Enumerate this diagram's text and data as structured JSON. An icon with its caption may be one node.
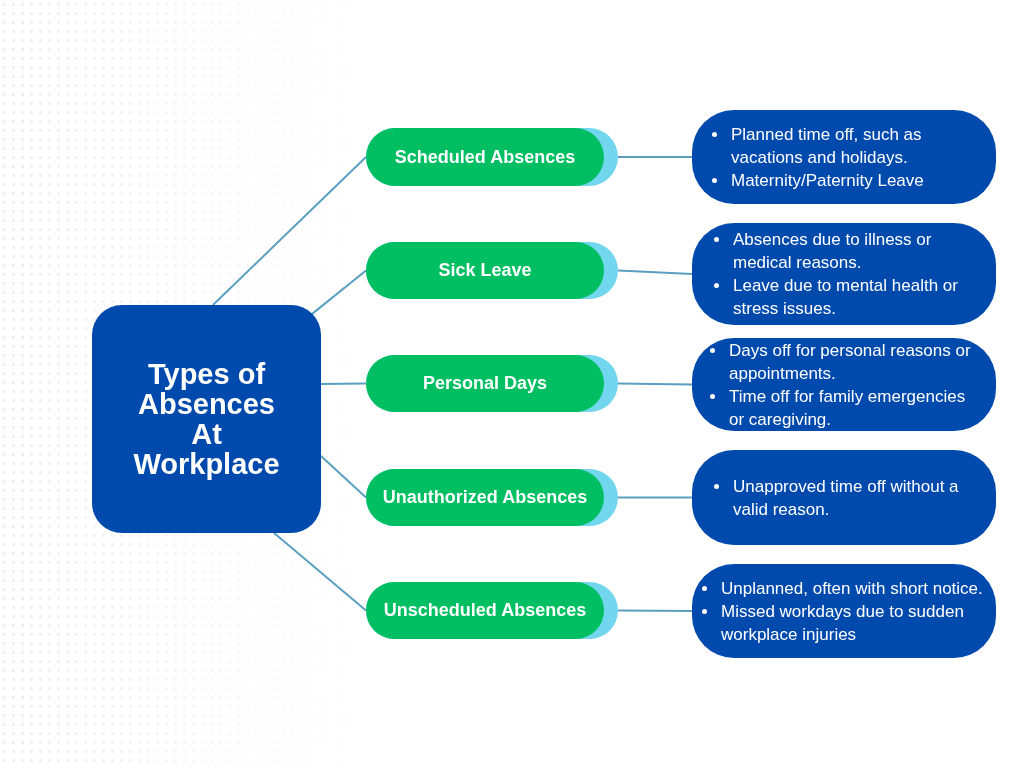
{
  "diagram": {
    "nodes": [
      {
        "text": [
          "Types of Absences At Workplace"
        ]
      },
      {
        "text": [
          "Scheduled Absences"
        ]
      },
      {
        "text": [
          "Sick Leave"
        ]
      },
      {
        "text": [
          "Personal Days"
        ]
      },
      {
        "text": [
          "Unauthorized Absences"
        ]
      },
      {
        "text": [
          "Unscheduled Absences"
        ]
      },
      {
        "text": [
          "Planned time off, such as vacations and holidays.",
          "Maternity/Paternity Leave"
        ]
      },
      {
        "text": [
          "Absences due to illness or medical reasons.",
          "Leave due to mental health or stress issues."
        ]
      },
      {
        "text": [
          "Days off for personal reasons or appointments.",
          "Time off for family emergencies or caregiving."
        ]
      },
      {
        "text": [
          "Unapproved time off without a valid reason."
        ]
      },
      {
        "text": [
          "Unplanned, often with short notice.",
          "Missed workdays due to sudden workplace injuries"
        ]
      }
    ],
    "edges": [
      {
        "from": 0,
        "to": 1,
        "arrow": "none"
      },
      {
        "from": 0,
        "to": 2,
        "arrow": "none"
      },
      {
        "from": 0,
        "to": 3,
        "arrow": "none"
      },
      {
        "from": 0,
        "to": 4,
        "arrow": "none"
      },
      {
        "from": 0,
        "to": 5,
        "arrow": "none"
      },
      {
        "from": 1,
        "to": 6,
        "arrow": "none"
      },
      {
        "from": 2,
        "to": 7,
        "arrow": "none"
      },
      {
        "from": 3,
        "to": 8,
        "arrow": "none"
      },
      {
        "from": 4,
        "to": 9,
        "arrow": "none"
      },
      {
        "from": 5,
        "to": 10,
        "arrow": "none"
      }
    ]
  }
}
